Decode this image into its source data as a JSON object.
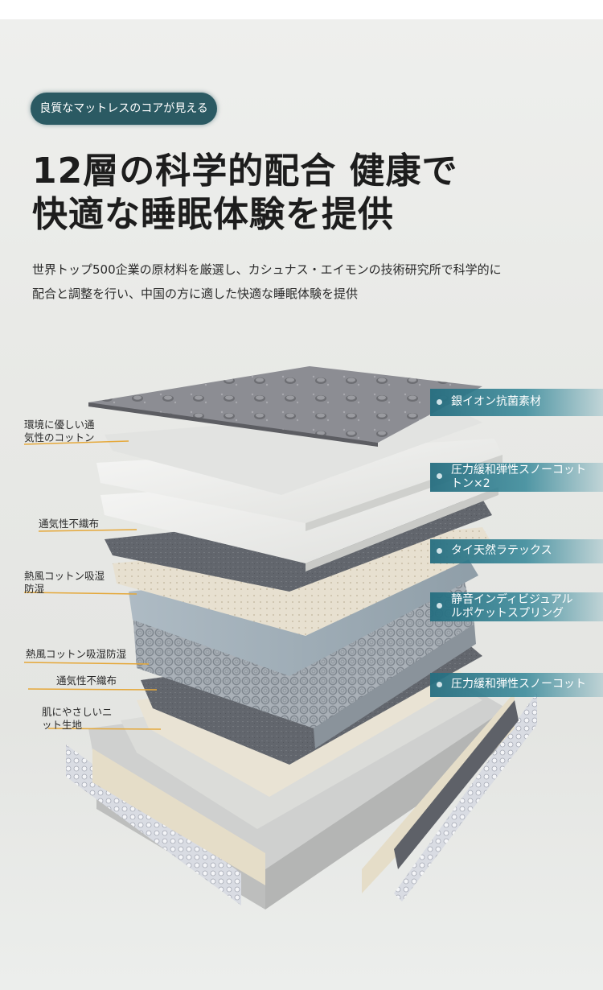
{
  "badge": {
    "label": "良質なマットレスのコアが見える"
  },
  "headline": {
    "line1": "12層の科学的配合 健康で",
    "line2": "快適な睡眠体験を提供"
  },
  "description": {
    "line1": "世界トップ500企業の原材料を厳選し、カシュナス・エイモンの技術研究所で科学的に",
    "line2": "配合と調整を行い、中国の方に適した快適な睡眠体験を提供"
  },
  "labels_left": [
    {
      "line1": "環境に優しい通",
      "line2": "気性のコットン"
    },
    {
      "line1": "通気性不織布",
      "line2": ""
    },
    {
      "line1": "熱風コットン吸湿",
      "line2": "防湿"
    },
    {
      "line1": "熱風コットン吸湿防湿",
      "line2": ""
    },
    {
      "line1": "通気性不織布",
      "line2": ""
    },
    {
      "line1": "肌にやさしいニ",
      "line2": "ット生地"
    }
  ],
  "labels_right": [
    {
      "line1": "銀イオン抗菌素材",
      "line2": ""
    },
    {
      "line1": "圧力緩和弾性スノーコット",
      "line2": "トン×2"
    },
    {
      "line1": "タイ天然ラテックス",
      "line2": ""
    },
    {
      "line1": "静音インディビジュアル",
      "line2": "ルポケットスプリング"
    },
    {
      "line1": "圧力緩和弾性スノーコット",
      "line2": ""
    }
  ],
  "colors": {
    "badge_bg": "#2b5a63",
    "label_bg": "#2f7f92",
    "leader_line": "#e5a83a",
    "headline_text": "#1d1d1d"
  }
}
